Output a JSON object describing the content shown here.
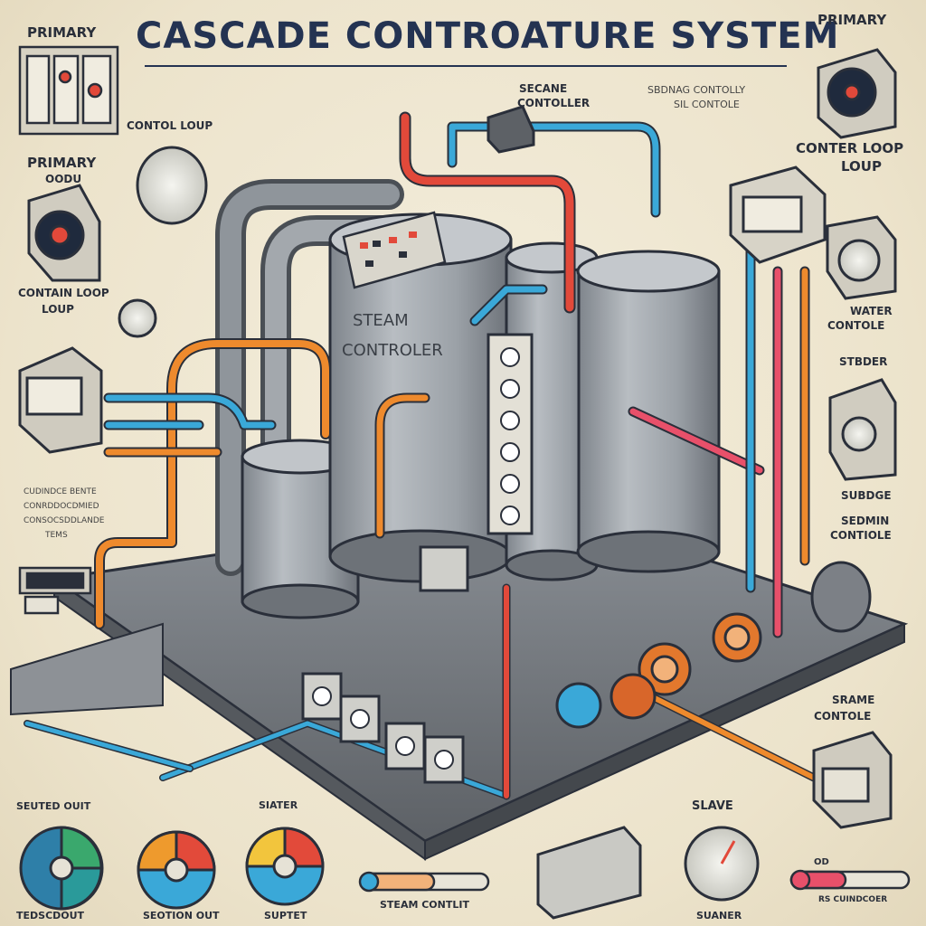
{
  "header": {
    "title": "CASCADE CONTROATURE SYSTEM"
  },
  "labels": {
    "primary_top_left": "PRIMARY",
    "control_loop_top_left": "CONTOL LOUP",
    "primary_mid_left": "PRIMARY",
    "primary_mid_left_sub": "OODU",
    "contain_loop": "CONTAIN LOOP",
    "contain_loop_sub": "LOUP",
    "left_notes": [
      "CUDINDCE BENTE",
      "CONRDDOCDMIED",
      "CONSOCSDDLANDE",
      "TEMS"
    ],
    "primary_top_right": "PRIMARY",
    "secane_controller": "SECANE",
    "secane_controller_sub": "CONTOLLER",
    "sbdnag_contolly": "SBDNAG CONTOLLY",
    "sbdnag_contolly_sub": "SIL CONTOLE",
    "conter_loop": "CONTER LOOP",
    "conter_loop_sub": "LOUP",
    "water_controle": "WATER",
    "water_controle_sub": "CONTOLE",
    "stbder": "STBDER",
    "subdge": "SUBDGE",
    "sedmin_contiole": "SEDMIN",
    "sedmin_contiole_sub": "CONTIOLE",
    "srame_contole": "SRAME",
    "srame_contole_sub": "CONTOLE",
    "steam_controler": "STEAM",
    "steam_controler_sub": "CONTROLER"
  },
  "bottom": {
    "gauge1_top": "SEUTED OUIT",
    "gauge1_bottom": "TEDSCDOUT",
    "gauge2_bottom": "SEOTION OUT",
    "gauge3_top": "SIATER",
    "gauge3_bottom": "SUPTET",
    "slider1_label": "STEAM CONTLIT",
    "slave_label": "SLAVE",
    "slave_bottom": "SUANER",
    "slider2_right": "RS CUINDCOER",
    "slider2_left": "OD"
  },
  "colors": {
    "background": "#efe7d2",
    "ink": "#243352",
    "pipe_red": "#e2493a",
    "pipe_orange": "#ee8a2d",
    "pipe_blue": "#3aa8d8",
    "pipe_pink": "#e8506a",
    "tank": "#9aa0a6",
    "platform": "#6f7378"
  },
  "icons": [
    "tank-icon",
    "pipe-icon",
    "gauge-icon",
    "control-panel-icon",
    "pump-icon",
    "valve-icon",
    "slider-icon"
  ]
}
